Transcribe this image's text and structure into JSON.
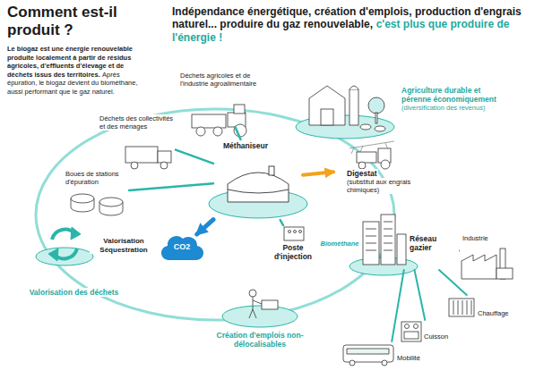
{
  "diagram": {
    "title": "Comment est-il produit ?",
    "nodes": [
      {
        "text": [
          "Méthaniseur"
        ]
      },
      {
        "text": [
          "Déchets agricoles et de l'industrie agroalimentaire"
        ]
      },
      {
        "text": [
          "Déchets des collectivités et des ménages"
        ]
      },
      {
        "text": [
          "Boues de stations d'épuration"
        ]
      },
      {
        "text": [
          "Digestat",
          "(substitut aux engrais chimiques)"
        ]
      },
      {
        "text": [
          "Poste d'injection"
        ]
      },
      {
        "text": [
          "Réseau gazier"
        ]
      },
      {
        "text": [
          "Industrie"
        ]
      },
      {
        "text": [
          "Chauffage"
        ]
      },
      {
        "text": [
          "Cuisson"
        ]
      },
      {
        "text": [
          "Mobilité"
        ]
      },
      {
        "text": [
          "Agriculture durable et pérenne économiquement",
          "(diversification des revenus)"
        ]
      },
      {
        "text": [
          "Création d'emplois non-délocalisables"
        ]
      },
      {
        "text": [
          "Valorisation des déchets"
        ]
      },
      {
        "text": [
          "CO2",
          "Valorisation Séquestration"
        ]
      }
    ],
    "edges": [
      {
        "from": 1,
        "to": 0,
        "arrow": "none"
      },
      {
        "from": 2,
        "to": 0,
        "arrow": "none"
      },
      {
        "from": 3,
        "to": 0,
        "arrow": "none"
      },
      {
        "from": 0,
        "to": 4,
        "arrow": "to"
      },
      {
        "from": 0,
        "to": 14,
        "arrow": "to"
      },
      {
        "from": 0,
        "to": 5,
        "arrow": "none"
      },
      {
        "from": 5,
        "to": 6,
        "label": "Biométhane",
        "arrow": "none"
      },
      {
        "from": 6,
        "to": 7,
        "arrow": "none"
      },
      {
        "from": 6,
        "to": 8,
        "arrow": "none"
      },
      {
        "from": 6,
        "to": 9,
        "arrow": "none"
      },
      {
        "from": 6,
        "to": 10,
        "arrow": "none"
      }
    ],
    "labels": [
      "Le biogaz est une énergie renouvelable produite localement à partir de résidus agricoles, d'effluents d'élevage et de déchets issus des territoires.",
      "Après épuration, le biogaz devient du biométhane, aussi performant que le gaz naturel.",
      "Indépendance énergétique, création d'emplois, production d'engrais naturel... produire du gaz renouvelable,",
      "c'est plus que produire de l'énergie !"
    ]
  }
}
